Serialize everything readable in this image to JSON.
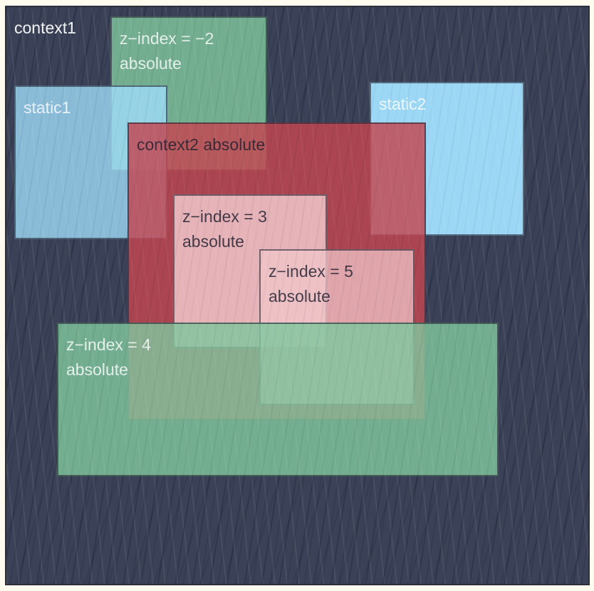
{
  "colors": {
    "page_margin": "#fffcef",
    "context1_navy": "#3b4257",
    "green": "#80c69e",
    "light_blue": "#a0dffc",
    "red": "#c44650",
    "pink": "#f0c6ca",
    "box_border": "#262935",
    "light_text": "#ffffff",
    "dark_text": "#1e1e2d"
  },
  "boxes": {
    "context1": {
      "label": "context1"
    },
    "neg2": {
      "line1": "z−index = −2",
      "line2": "absolute"
    },
    "static1": {
      "label": "static1"
    },
    "static2": {
      "label": "static2"
    },
    "context2": {
      "label": "context2 absolute"
    },
    "z3": {
      "line1": "z−index = 3",
      "line2": "absolute"
    },
    "z5": {
      "line1": "z−index = 5",
      "line2": "absolute"
    },
    "z4": {
      "line1": "z−index = 4",
      "line2": "absolute"
    }
  }
}
